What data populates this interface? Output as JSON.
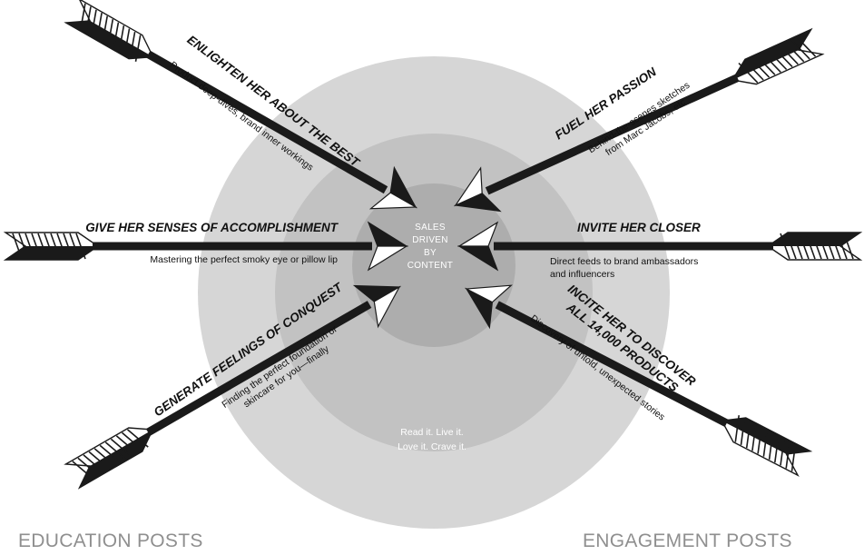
{
  "center": {
    "lines": [
      "SALES",
      "DRIVEN",
      "BY",
      "CONTENT"
    ],
    "slogan": [
      "Read it. Live it.",
      "Love it. Crave it."
    ]
  },
  "arrows": [
    {
      "key": "top_left",
      "heading": "ENLIGHTEN HER ABOUT THE BEST",
      "details": [
        "Product deep-dives, brand inner workings"
      ]
    },
    {
      "key": "middle_left",
      "heading": "GIVE HER SENSES OF ACCOMPLISHMENT",
      "details": [
        "Mastering the perfect smoky eye or pillow lip"
      ]
    },
    {
      "key": "bottom_left",
      "heading": "GENERATE FEELINGS OF CONQUEST",
      "details": [
        "Finding the perfect foundation or",
        "skincare for you—finally"
      ]
    },
    {
      "key": "top_right",
      "heading": "FUEL HER PASSION",
      "details": [
        "Behind-the-scenes sketches",
        "from Marc Jacobs, etc"
      ]
    },
    {
      "key": "middle_right",
      "heading": "INVITE HER CLOSER",
      "details": [
        "Direct feeds to brand ambassadors",
        "and influencers"
      ]
    },
    {
      "key": "bottom_right",
      "heading": [
        "INCITE HER TO DISCOVER",
        "ALL 14,000 PRODUCTS"
      ],
      "details": [
        "Discovery of untold, unexpected stories"
      ]
    }
  ],
  "footer": {
    "left": "EDUCATION POSTS",
    "right": "ENGAGEMENT POSTS"
  },
  "colors": {
    "outer_ring": "#d6d6d6",
    "middle_ring": "#c2c2c2",
    "inner_ring": "#adadad",
    "ink": "#1a1a1a",
    "footer_text": "#8f8f8f"
  }
}
